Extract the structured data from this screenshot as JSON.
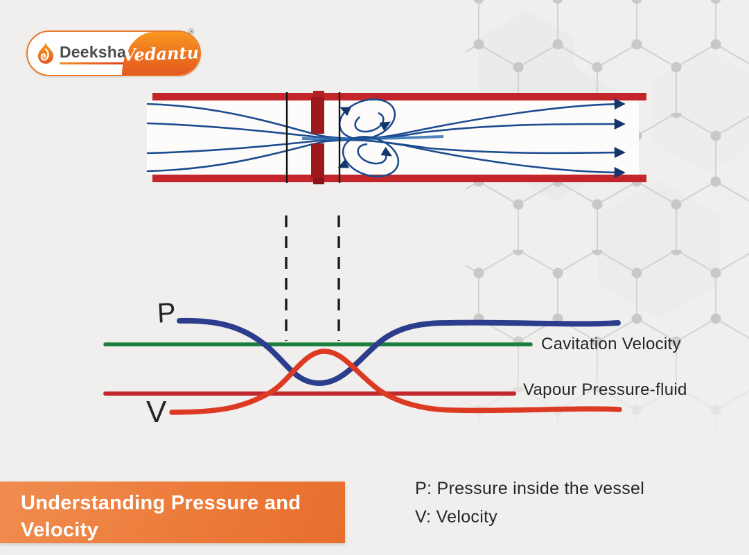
{
  "logo": {
    "brand_left": "Deeksha",
    "brand_right": "Vedantu",
    "registered_mark": "®"
  },
  "graph": {
    "p_curve_label": "P",
    "v_curve_label": "V",
    "cavitation_line_label": "Cavitation Velocity",
    "vapour_line_label": "Vapour Pressure-fluid"
  },
  "legend": {
    "pressure_definition": "P: Pressure inside the vessel",
    "velocity_definition": "V: Velocity"
  },
  "footer": {
    "title": "Understanding Pressure and Velocity"
  },
  "colors": {
    "background": "#f0efee",
    "pipe_wall_red": "#c3252a",
    "orifice_dark_red": "#9e191e",
    "streamline_blue": "#1d4b8f",
    "flow_arrow_navy": "#14356b",
    "pressure_curve_blue": "#2b3d8c",
    "velocity_curve_red": "#dd3a24",
    "cavitation_line_green": "#1b7e3e",
    "vapour_line_red": "#c1272d",
    "title_box_orange": "#ec7b3a",
    "logo_orange": "#ee7220",
    "hex_pattern_gray": "#cfcfcf",
    "label_ink": "#262626"
  },
  "chart_data": {
    "type": "line",
    "title": "Pressure and velocity variation across an orifice in a pipe (qualitative sketch, no numeric axes)",
    "x_positions_relative": [
      0,
      0.15,
      0.3,
      0.38,
      0.45,
      0.52,
      0.6,
      0.75,
      1
    ],
    "series": [
      {
        "name": "P (Pressure inside the vessel)",
        "color": "#2b3d8c",
        "values_relative": [
          1.0,
          1.0,
          0.85,
          0.45,
          0.3,
          0.45,
          0.85,
          0.97,
          0.97
        ]
      },
      {
        "name": "V (Velocity)",
        "color": "#dd3a24",
        "values_relative": [
          0.0,
          0.0,
          0.15,
          0.55,
          0.65,
          0.55,
          0.15,
          0.02,
          0.02
        ]
      }
    ],
    "reference_lines": [
      {
        "label": "Cavitation Velocity",
        "color": "#1b7e3e",
        "value_relative": 0.72
      },
      {
        "label": "Vapour Pressure-fluid",
        "color": "#c1272d",
        "value_relative": 0.18
      }
    ],
    "annotations": [
      "P: Pressure inside the vessel",
      "V: Velocity"
    ],
    "legend_position": "right of lines",
    "grid": false,
    "axes_shown": false
  }
}
